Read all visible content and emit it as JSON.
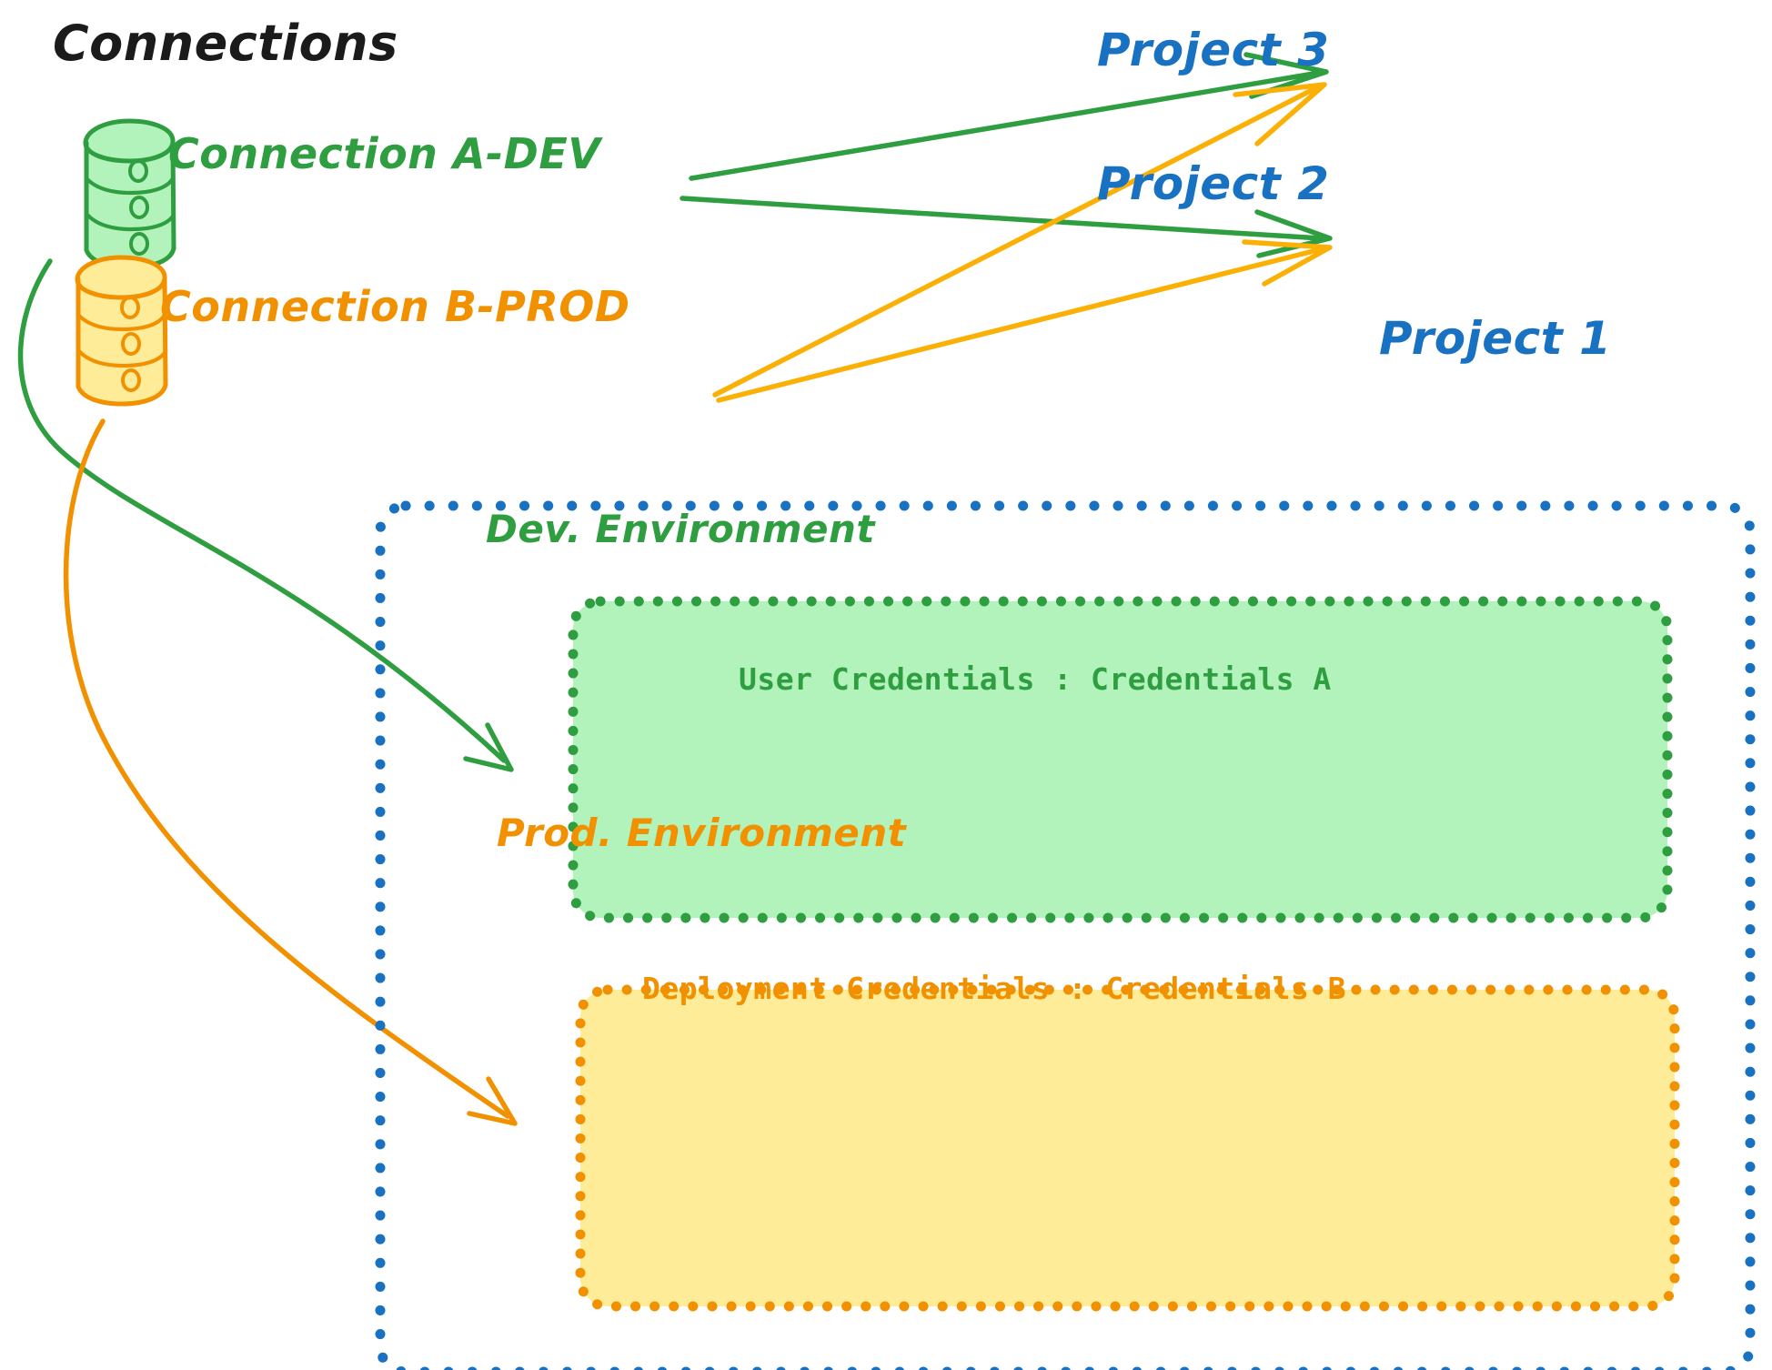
{
  "diagram": {
    "title": "Connections",
    "title_color": "#1b1b1b",
    "connections": [
      {
        "id": "connection-a-dev",
        "label": "Connection A-DEV",
        "color": "#2f9e41",
        "fill": "#b2f2bb",
        "icon": "database-cylinder-icon",
        "targets": [
          "Project 3",
          "Project 2",
          "Dev. Environment"
        ]
      },
      {
        "id": "connection-b-prod",
        "label": "Connection B-PROD",
        "color": "#f29100",
        "fill": "#ffec99",
        "icon": "database-cylinder-icon",
        "targets": [
          "Project 3",
          "Project 2",
          "Prod. Environment"
        ]
      }
    ],
    "projects": [
      {
        "id": "project-3",
        "label": "Project 3",
        "color": "#1971c2"
      },
      {
        "id": "project-2",
        "label": "Project 2",
        "color": "#1971c2"
      },
      {
        "id": "project-1",
        "label": "Project 1",
        "color": "#1971c2"
      }
    ],
    "project1_container": {
      "label": "Project 1",
      "border_color": "#1971c2",
      "border_style": "dotted",
      "environments": [
        {
          "id": "dev-environment",
          "title": "Dev. Environment",
          "credential_key": "User Credentials",
          "credential_separator": ":",
          "credential_value": "Credentials A",
          "credential_line": "User Credentials : Credentials A",
          "border_color": "#2f9e41",
          "fill_color": "#b2f2bb",
          "text_color": "#2f9e41"
        },
        {
          "id": "prod-environment",
          "title": "Prod. Environment",
          "credential_key": "Deployment Credentials",
          "credential_separator": ":",
          "credential_value": "Credentials B",
          "credential_line": "Deployment Credentials : Credentials B",
          "border_color": "#f29100",
          "fill_color": "#ffec99",
          "text_color": "#f29100"
        }
      ]
    },
    "colors": {
      "green_stroke": "#2f9e41",
      "green_fill": "#b2f2bb",
      "orange_stroke": "#f29100",
      "orange_fill": "#ffec99",
      "blue": "#1971c2",
      "ink": "#1b1b1b",
      "background": "#ffffff"
    }
  }
}
